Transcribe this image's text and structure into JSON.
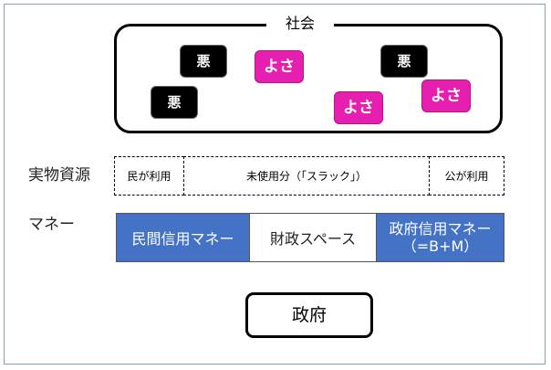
{
  "society": {
    "title": "社会",
    "chips": [
      {
        "label": "悪",
        "kind": "bad"
      },
      {
        "label": "よさ",
        "kind": "good"
      },
      {
        "label": "悪",
        "kind": "bad"
      },
      {
        "label": "悪",
        "kind": "bad"
      },
      {
        "label": "よさ",
        "kind": "good"
      },
      {
        "label": "よさ",
        "kind": "good"
      }
    ]
  },
  "resources": {
    "label": "実物資源",
    "private_use": "民が利用",
    "unused": "未使用分（「スラック」）",
    "public_use": "公が利用"
  },
  "money": {
    "label": "マネー",
    "private_credit": "民間信用マネー",
    "fiscal_space": "財政スペース",
    "gov_credit_line1": "政府信用マネー",
    "gov_credit_line2": "（=B+M）"
  },
  "government": {
    "label": "政府"
  },
  "colors": {
    "bad_chip": "#000000",
    "good_chip": "#e61fb0",
    "money_blue": "#4472c4"
  }
}
